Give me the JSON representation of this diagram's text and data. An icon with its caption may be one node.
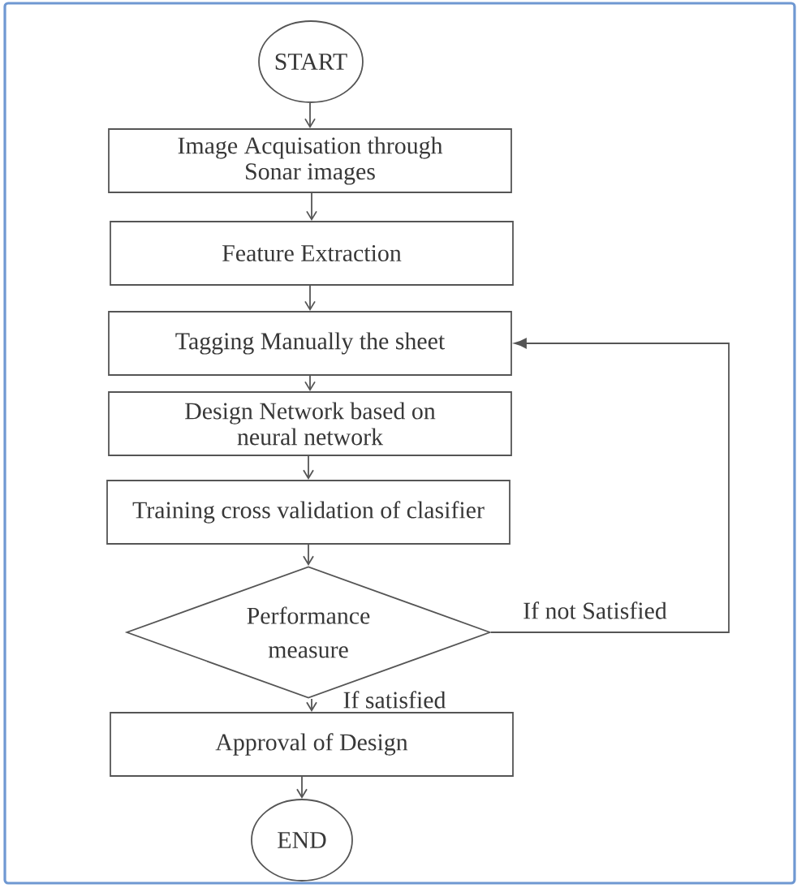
{
  "diagram": {
    "nodes": [
      {
        "text": [
          "START"
        ]
      },
      {
        "text": [
          "Image Acquisation through Sonar images"
        ]
      },
      {
        "text": [
          "Feature Extraction"
        ]
      },
      {
        "text": [
          "Tagging Manually the sheet"
        ]
      },
      {
        "text": [
          "Design Network based on neural network"
        ]
      },
      {
        "text": [
          "Training cross validation of clasifier"
        ]
      },
      {
        "text": [
          "Performance measure"
        ]
      },
      {
        "text": [
          "Approval of Design"
        ]
      },
      {
        "text": [
          "END"
        ]
      }
    ],
    "edges": [
      {
        "from": 0,
        "to": 1,
        "arrow": "to"
      },
      {
        "from": 1,
        "to": 2,
        "arrow": "to"
      },
      {
        "from": 2,
        "to": 3,
        "arrow": "to"
      },
      {
        "from": 3,
        "to": 4,
        "arrow": "to"
      },
      {
        "from": 4,
        "to": 5,
        "arrow": "to"
      },
      {
        "from": 5,
        "to": 6,
        "arrow": "to"
      },
      {
        "from": 6,
        "to": 7,
        "arrow": "to",
        "label": "If satisfied"
      },
      {
        "from": 7,
        "to": 8,
        "arrow": "to"
      },
      {
        "from": 6,
        "to": 3,
        "arrow": "to",
        "label": "If not Satisfied"
      }
    ]
  }
}
